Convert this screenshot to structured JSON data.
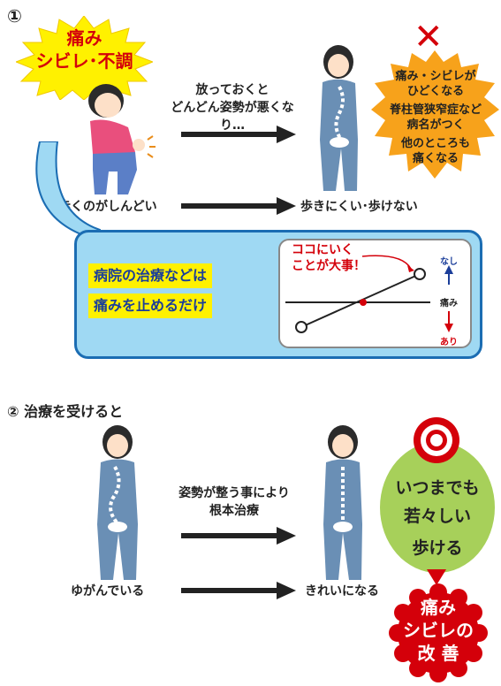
{
  "section1": {
    "number": "①",
    "star_line1": "痛み",
    "star_line2": "シビレ･不調",
    "arrow_top_line1": "放っておくと",
    "arrow_top_line2": "どんどん姿勢が悪くなり…",
    "bottom_left": "歩くのがしんどい",
    "bottom_right": "歩きにくい･歩けない",
    "x_mark": "✕",
    "burst_line1": "痛み・シビレが",
    "burst_line2": "ひどくなる",
    "burst_line3": "脊柱管狭窄症など",
    "burst_line4": "病名がつく",
    "burst_line5": "他のところも",
    "burst_line6": "痛くなる",
    "panel_line1": "病院の治療などは",
    "panel_line2": "痛みを止めるだけ",
    "graph_note_line1": "ココにいく",
    "graph_note_line2": "ことが大事！",
    "axis_top": "なし",
    "axis_mid": "痛み",
    "axis_bottom": "あり"
  },
  "section2": {
    "heading": "② 治療を受けると",
    "arrow_top_line1": "姿勢が整う事により",
    "arrow_top_line2": "根本治療",
    "bottom_left": "ゆがんでいる",
    "bottom_right": "きれいになる",
    "oval_line1": "いつまでも",
    "oval_line2": "若々しい",
    "oval_line3": "歩ける",
    "red_line1": "痛み",
    "red_line2": "シビレの",
    "red_line3": "改 善"
  },
  "colors": {
    "accent_red": "#d4000a",
    "yellow": "#fff100",
    "blue_panel": "#9fd9f3",
    "blue_border": "#1b6db3",
    "orange_burst": "#f7a21b",
    "green_oval": "#a7d05a"
  }
}
